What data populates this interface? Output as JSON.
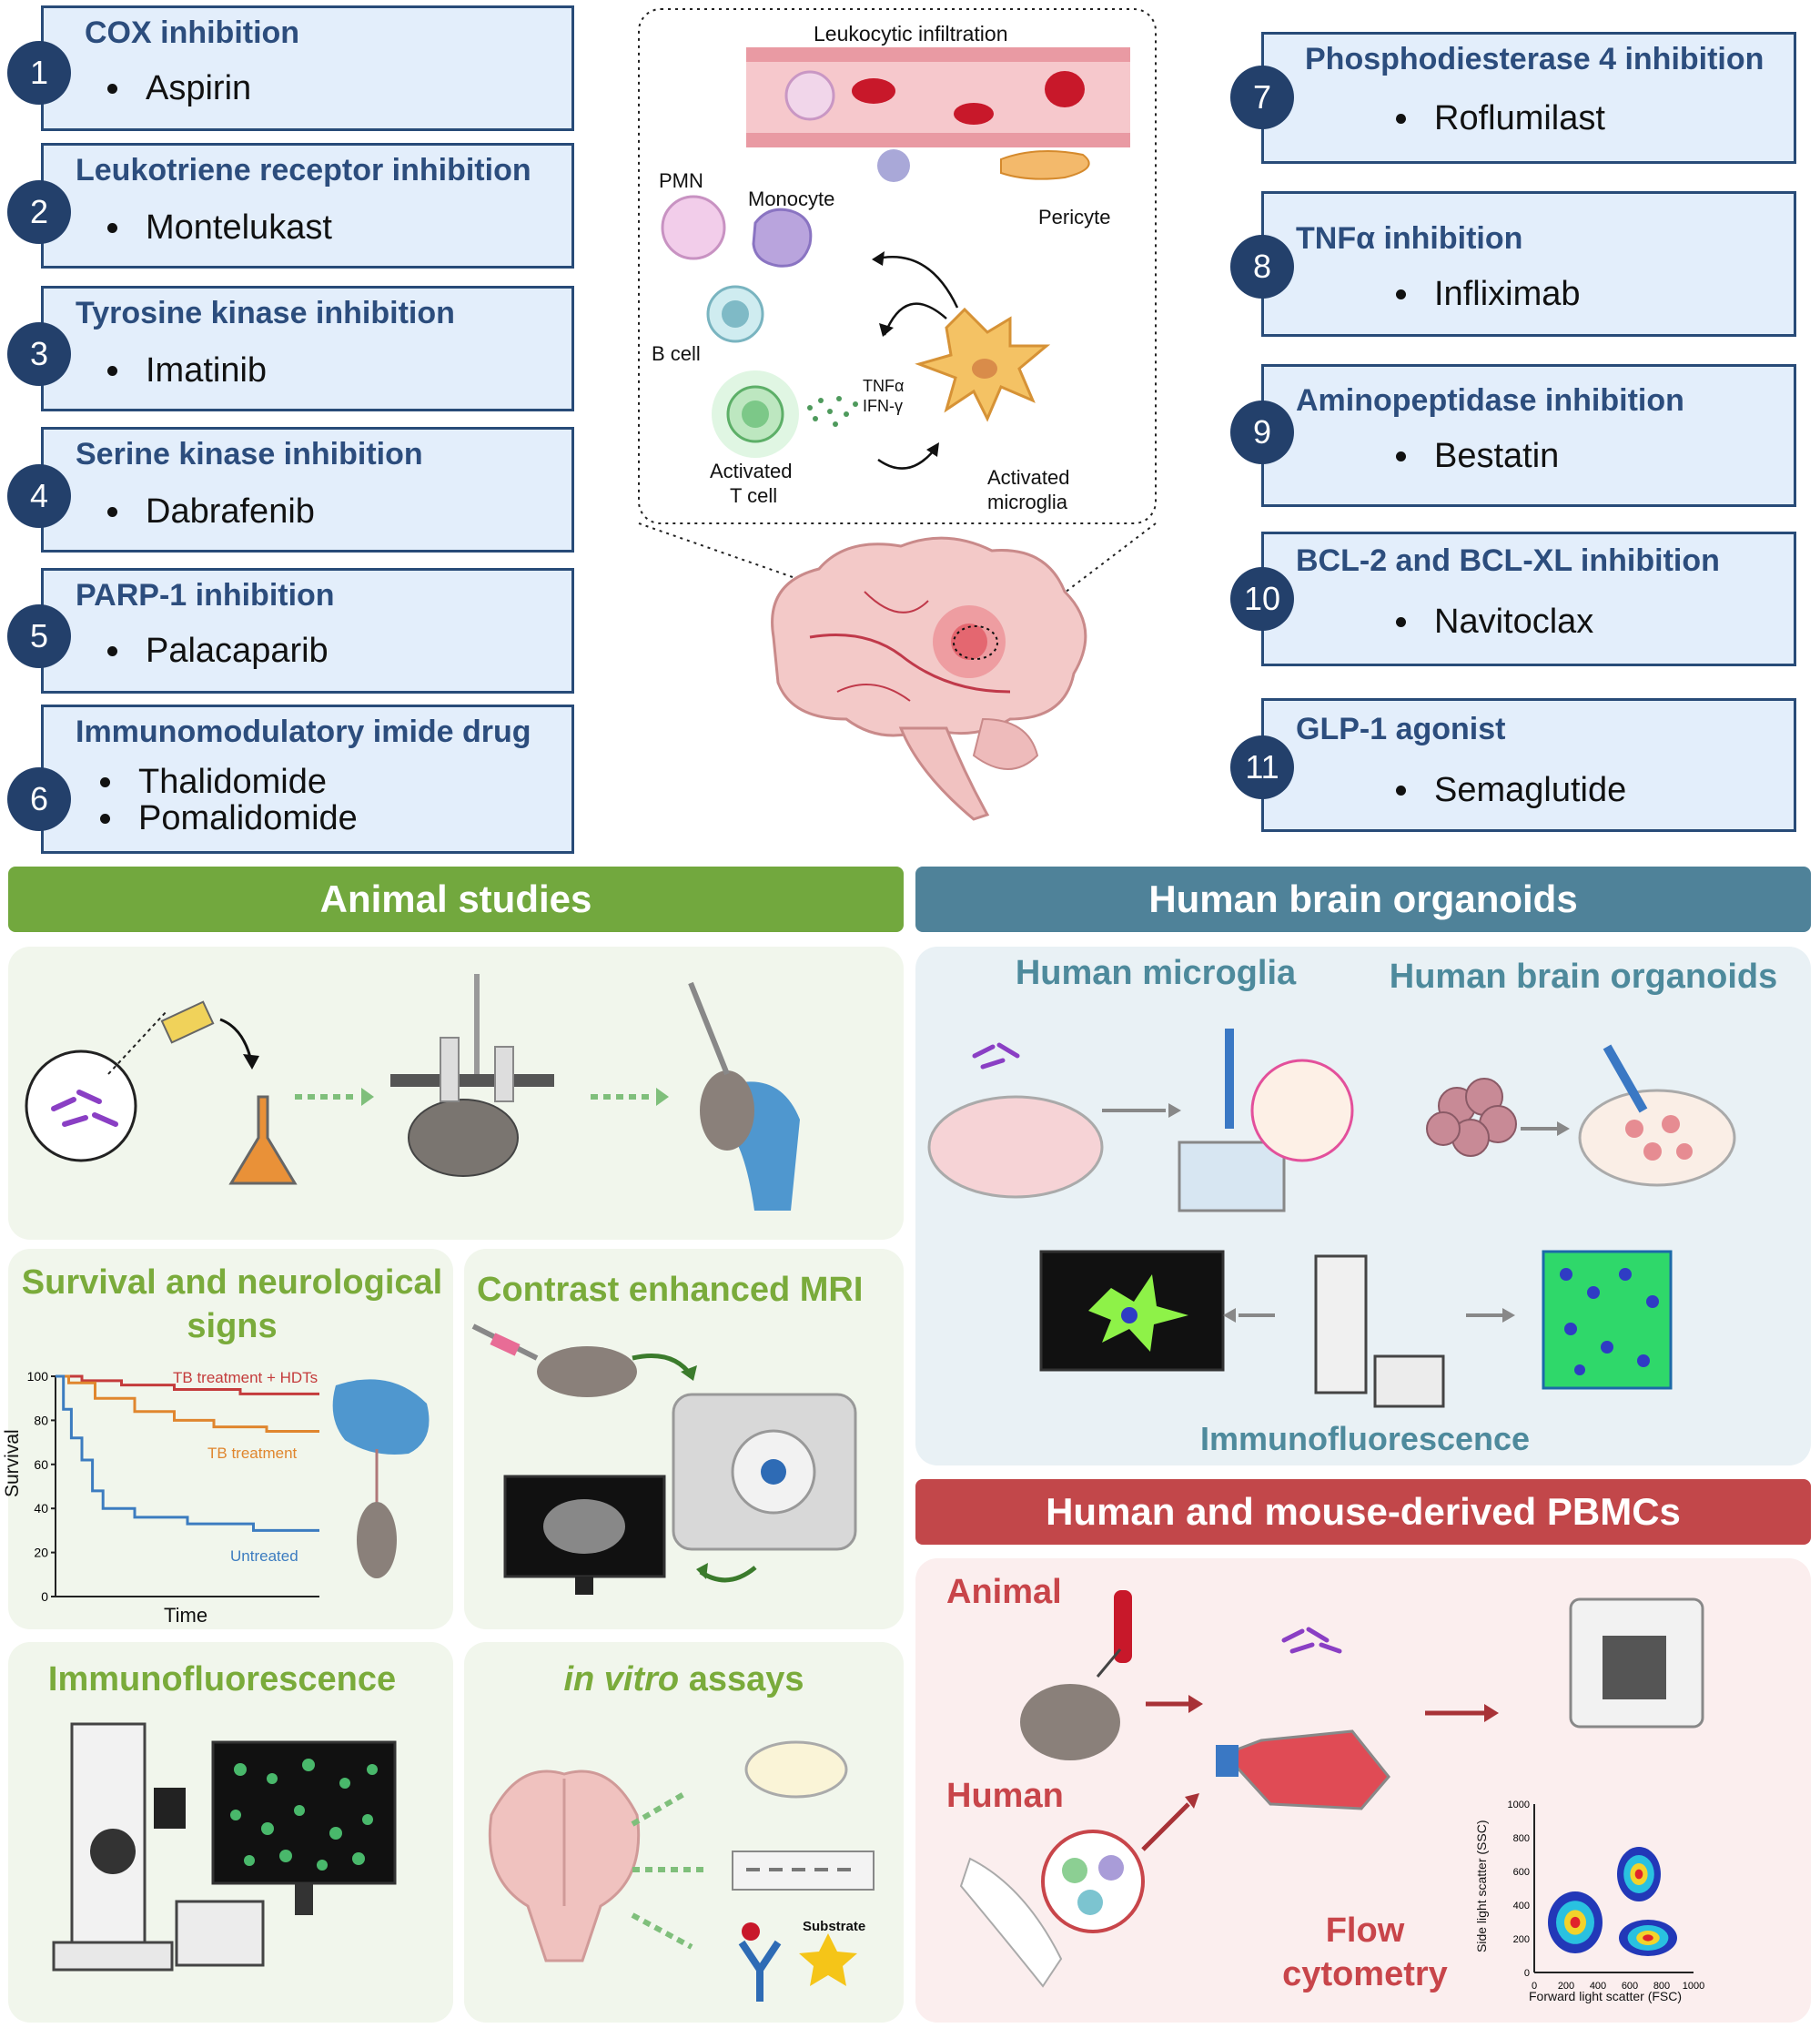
{
  "drugs_left": [
    {
      "num": "1",
      "title": "COX inhibition",
      "items": [
        "Aspirin"
      ]
    },
    {
      "num": "2",
      "title": "Leukotriene receptor inhibition",
      "items": [
        "Montelukast"
      ]
    },
    {
      "num": "3",
      "title": "Tyrosine kinase inhibition",
      "items": [
        "Imatinib"
      ]
    },
    {
      "num": "4",
      "title": "Serine kinase inhibition",
      "items": [
        "Dabrafenib"
      ]
    },
    {
      "num": "5",
      "title": "PARP-1 inhibition",
      "items": [
        "Palacaparib"
      ]
    },
    {
      "num": "6",
      "title": "Immunomodulatory imide drug",
      "items": [
        "Thalidomide",
        "Pomalidomide"
      ]
    }
  ],
  "drugs_right": [
    {
      "num": "7",
      "title": "Phosphodiesterase 4 inhibition",
      "items": [
        "Roflumilast"
      ]
    },
    {
      "num": "8",
      "title": "TNFα inhibition",
      "items": [
        "Infliximab"
      ]
    },
    {
      "num": "9",
      "title": "Aminopeptidase inhibition",
      "items": [
        "Bestatin"
      ]
    },
    {
      "num": "10",
      "title": "BCL-2 and BCL-XL inhibition",
      "items": [
        "Navitoclax"
      ]
    },
    {
      "num": "11",
      "title": "GLP-1 agonist",
      "items": [
        "Semaglutide"
      ]
    }
  ],
  "inset": {
    "title": "Leukocytic infiltration",
    "pmn": "PMN",
    "monocyte": "Monocyte",
    "pericyte": "Pericyte",
    "bcell": "B cell",
    "tnf": "TNFα",
    "ifn": "IFN-γ",
    "tcell_1": "Activated",
    "tcell_2": "T cell",
    "microglia_1": "Activated",
    "microglia_2": "microglia"
  },
  "sections": {
    "animal": "Animal studies",
    "organoids": "Human brain organoids",
    "pbmc": "Human and mouse-derived PBMCs"
  },
  "survival": {
    "title": "Survival and neurological signs",
    "ylabel": "Survival",
    "xlabel": "Time",
    "yticks": [
      "100",
      "80",
      "60",
      "40",
      "20",
      "0"
    ],
    "series_labels": [
      "TB treatment + HDTs",
      "TB treatment",
      "Untreated"
    ]
  },
  "mri": {
    "title": "Contrast enhanced MRI"
  },
  "immuno_animal": {
    "title": "Immunofluorescence"
  },
  "invitro": {
    "title_italic": "in vitro",
    "title_rest": " assays",
    "substrate": "Substrate"
  },
  "organoid_panel": {
    "microglia": "Human microglia",
    "organoids": "Human brain organoids",
    "immuno": "Immunofluorescence"
  },
  "pbmc_panel": {
    "animal": "Animal",
    "human": "Human",
    "flow_1": "Flow",
    "flow_2": "cytometry",
    "ylabel": "Side light scatter (SSC)",
    "xlabel": "Forward light scatter (FSC)",
    "xticks": [
      "0",
      "200",
      "400",
      "600",
      "800",
      "1000"
    ],
    "yticks": [
      "1000",
      "800",
      "600",
      "400",
      "200",
      "0"
    ]
  },
  "colors": {
    "navy": "#23406b",
    "box_fill": "#e3eefb",
    "green_header": "#72a83e",
    "teal_header": "#4f8299",
    "red_header": "#c2474a",
    "green_title": "#7aab3b",
    "teal_title": "#4e8a9c",
    "red_title": "#c8454a"
  }
}
